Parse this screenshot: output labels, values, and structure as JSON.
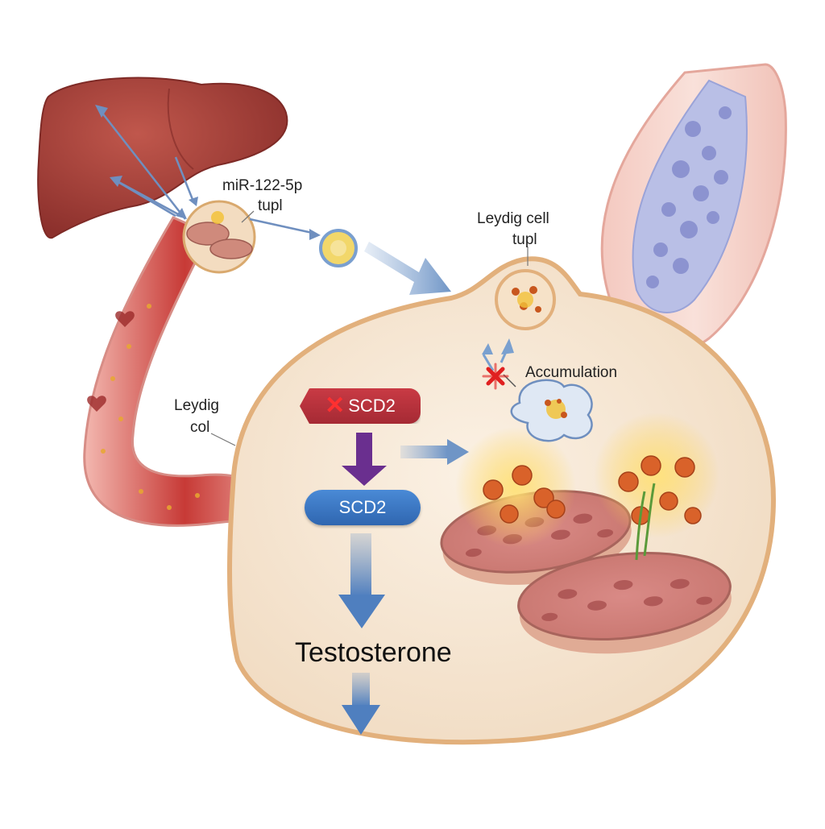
{
  "labels": {
    "mirna": "miR-122-5p",
    "mirna_sub": "tupl",
    "leydig_top": "Leydig cell",
    "leydig_top_sub": "tupl",
    "accumulation": "Accumulation",
    "leydig_left": "Leydig",
    "leydig_left_sub": "col",
    "scd2_inhibited": "SCD2",
    "scd2_active": "SCD2",
    "testosterone": "Testosterone"
  },
  "colors": {
    "liver": "#a8413a",
    "vessel": "#d9534f",
    "cell_membrane": "#e7b98a",
    "cytoplasm": "#f6e8d6",
    "scd2_inhibited": "#b8323c",
    "scd2_active": "#3a78c2",
    "arrow_purple": "#6a2f8f",
    "arrow_blue": "#6f95c6",
    "inhibit_mark": "#e02020"
  }
}
